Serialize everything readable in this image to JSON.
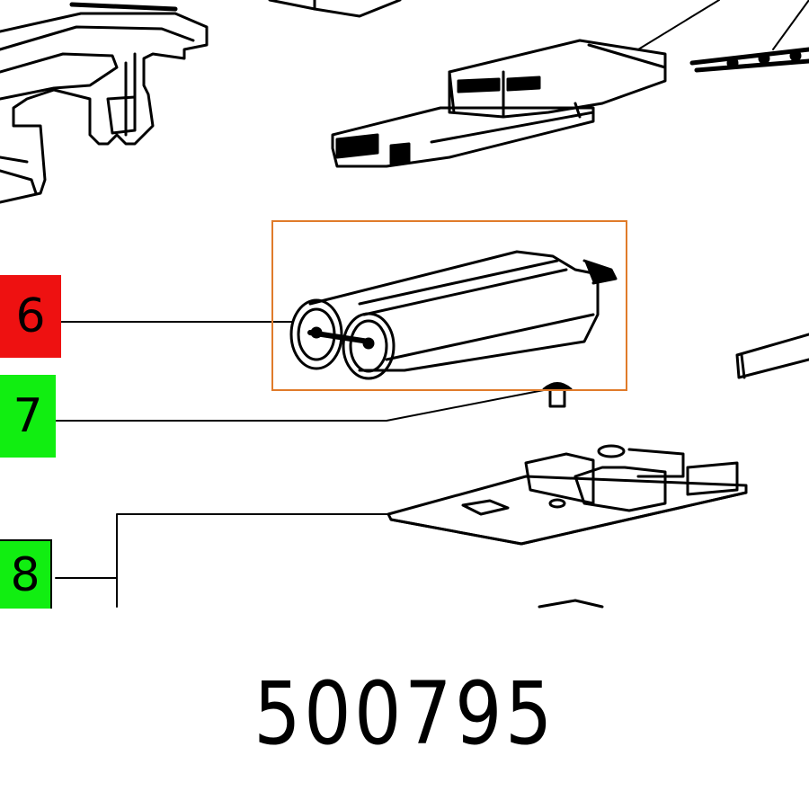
{
  "diagram": {
    "type": "exploded-parts-diagram",
    "colors": {
      "selected_callout": "#ee1111",
      "other_callout": "#11ee11",
      "highlight_box": "#e07b2a",
      "line": "#000000",
      "background": "#ffffff"
    },
    "callouts": [
      {
        "number": "6",
        "state": "selected",
        "part": "capacitor"
      },
      {
        "number": "7",
        "state": "available",
        "part": "screw"
      },
      {
        "number": "8",
        "state": "available",
        "part": "circuit-board"
      }
    ],
    "highlighted_part": "capacitor"
  },
  "part_number": "500795"
}
